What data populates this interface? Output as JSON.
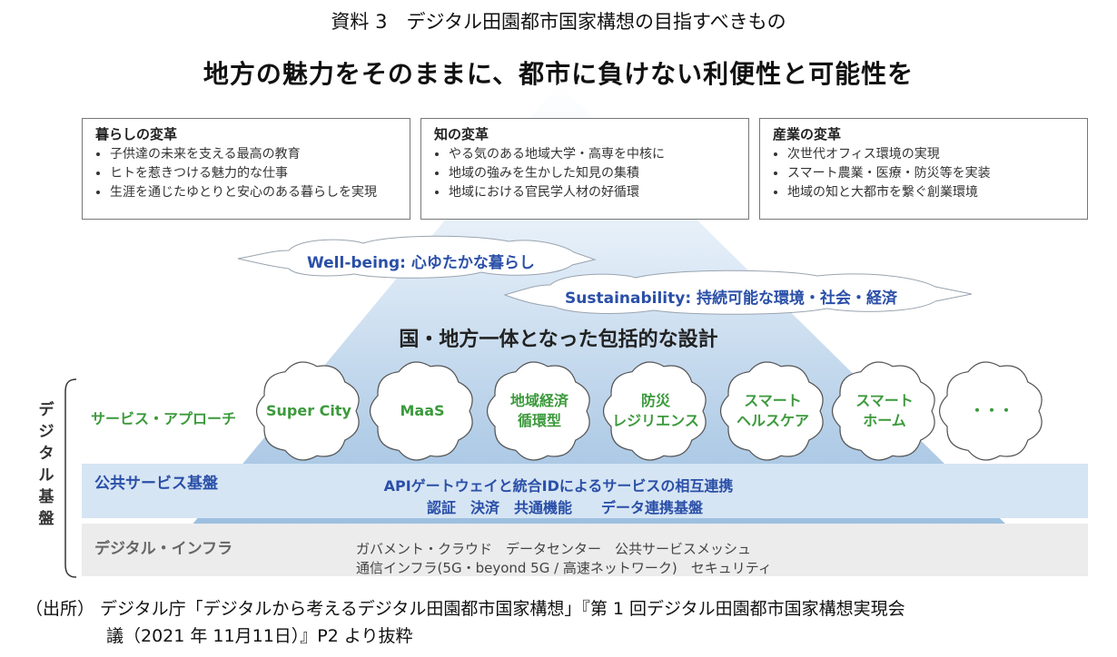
{
  "caption": "資料 3　デジタル田園都市国家構想の目指すべきもの",
  "headline": "地方の魅力をそのままに、都市に負けない利便性と可能性を",
  "boxes": [
    {
      "title": "暮らしの変革",
      "items": [
        "子供達の未来を支える最高の教育",
        "ヒトを惹きつける魅力的な仕事",
        "生涯を通じたゆとりと安心のある暮らしを実現"
      ]
    },
    {
      "title": "知の変革",
      "items": [
        "やる気のある地域大学・高専を中核に",
        "地域の強みを生かした知見の集積",
        "地域における官民学人材の好循環"
      ]
    },
    {
      "title": "産業の変革",
      "items": [
        "次世代オフィス環境の実現",
        "スマート農業・医療・防災等を実装",
        "地域の知と大都市を繋ぐ創業環境"
      ]
    }
  ],
  "clouds": {
    "wellbeing": "Well-being: 心ゆたかな暮らし",
    "sustainability": "Sustainability: 持続可能な環境・社会・経済"
  },
  "design_title": "国・地方一体となった包括的な設計",
  "vertical_label": "デジタル基盤",
  "service_approach_label": "サービス・アプローチ",
  "services": [
    {
      "line1": "Super City",
      "line2": "",
      "color": "#3c9a3c"
    },
    {
      "line1": "MaaS",
      "line2": "",
      "color": "#3c9a3c"
    },
    {
      "line1": "地域経済",
      "line2": "循環型",
      "color": "#3c9a3c"
    },
    {
      "line1": "防災",
      "line2": "レジリエンス",
      "color": "#3c9a3c"
    },
    {
      "line1": "スマート",
      "line2": "ヘルスケア",
      "color": "#3c9a3c"
    },
    {
      "line1": "スマート",
      "line2": "ホーム",
      "color": "#3c9a3c"
    },
    {
      "line1": "・・・",
      "line2": "",
      "color": "#3c9a3c"
    }
  ],
  "public_service": {
    "title": "公共サービス基盤",
    "line1": "APIゲートウェイと統合IDによるサービスの相互連携",
    "line2": "認証　決済　共通機能　　データ連携基盤"
  },
  "infra": {
    "title": "デジタル・インフラ",
    "line1": "ガバメント・クラウド　データセンター　公共サービスメッシュ",
    "line2": "通信インフラ(5G・beyond 5G / 高速ネットワーク)　セキュリティ"
  },
  "source_line1": "（出所）  デジタル庁「デジタルから考えるデジタル田園都市国家構想」『第 1 回デジタル田園都市国家構想実現会",
  "source_line2": "議（2021 年 11月11日）』P2 より抜粋",
  "colors": {
    "accent_blue": "#2a4fa8",
    "service_green": "#3c9a3c",
    "band_blue": "#d6e5f3",
    "band_gray": "#ececec"
  }
}
